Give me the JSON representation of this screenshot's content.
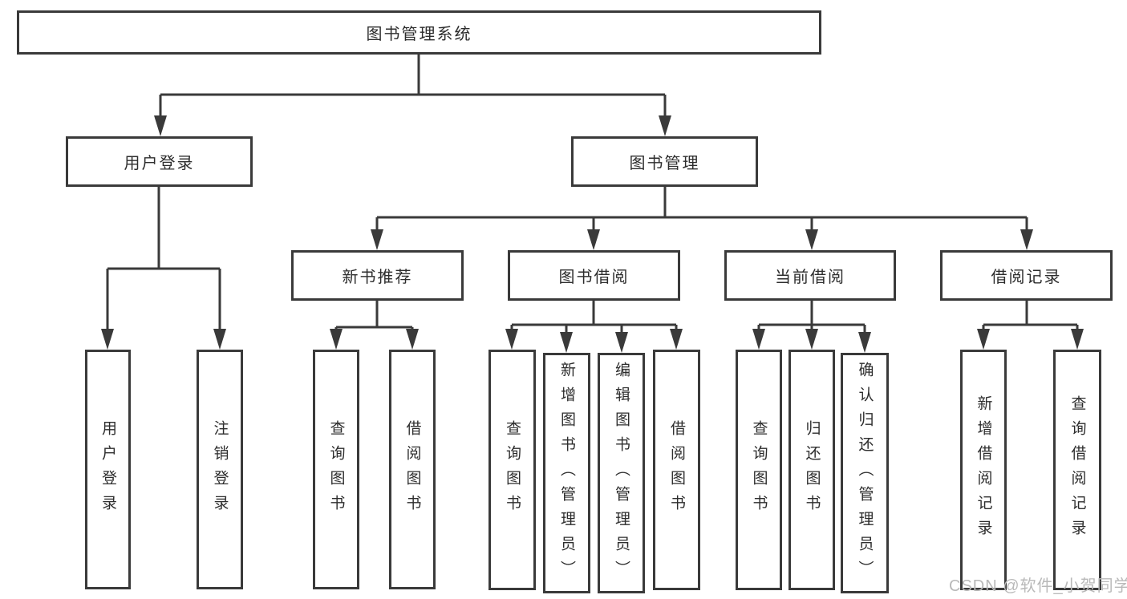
{
  "diagram": {
    "title": "图书管理系统",
    "nodes": [
      {
        "id": "root",
        "label": "图书管理系统"
      },
      {
        "id": "user-login",
        "label": "用户登录"
      },
      {
        "id": "book-mgmt",
        "label": "图书管理"
      },
      {
        "id": "new-book-rec",
        "label": "新书推荐"
      },
      {
        "id": "book-borrow",
        "label": "图书借阅"
      },
      {
        "id": "current-borrow",
        "label": "当前借阅"
      },
      {
        "id": "borrow-records",
        "label": "借阅记录"
      },
      {
        "id": "ul-login",
        "label": "用户登录"
      },
      {
        "id": "ul-logout",
        "label": "注销登录"
      },
      {
        "id": "nbr-query-book",
        "label": "查询图书"
      },
      {
        "id": "nbr-borrow-book",
        "label": "借阅图书"
      },
      {
        "id": "bb-query-book",
        "label": "查询图书"
      },
      {
        "id": "bb-add-book-admin",
        "label": "新增图书（管理员）"
      },
      {
        "id": "bb-edit-book-admin",
        "label": "编辑图书（管理员）"
      },
      {
        "id": "bb-borrow-book",
        "label": "借阅图书"
      },
      {
        "id": "cb-query-book",
        "label": "查询图书"
      },
      {
        "id": "cb-return-book",
        "label": "归还图书"
      },
      {
        "id": "cb-confirm-return-admin",
        "label": "确认归还（管理员）"
      },
      {
        "id": "br-add-record",
        "label": "新增借阅记录"
      },
      {
        "id": "br-query-record",
        "label": "查询借阅记录"
      }
    ],
    "edges": [
      [
        "root",
        "user-login"
      ],
      [
        "root",
        "book-mgmt"
      ],
      [
        "user-login",
        "ul-login"
      ],
      [
        "user-login",
        "ul-logout"
      ],
      [
        "book-mgmt",
        "new-book-rec"
      ],
      [
        "book-mgmt",
        "book-borrow"
      ],
      [
        "book-mgmt",
        "current-borrow"
      ],
      [
        "book-mgmt",
        "borrow-records"
      ],
      [
        "new-book-rec",
        "nbr-query-book"
      ],
      [
        "new-book-rec",
        "nbr-borrow-book"
      ],
      [
        "book-borrow",
        "bb-query-book"
      ],
      [
        "book-borrow",
        "bb-add-book-admin"
      ],
      [
        "book-borrow",
        "bb-edit-book-admin"
      ],
      [
        "book-borrow",
        "bb-borrow-book"
      ],
      [
        "current-borrow",
        "cb-query-book"
      ],
      [
        "current-borrow",
        "cb-return-book"
      ],
      [
        "current-borrow",
        "cb-confirm-return-admin"
      ],
      [
        "borrow-records",
        "br-add-record"
      ],
      [
        "borrow-records",
        "br-query-record"
      ]
    ]
  },
  "watermark": {
    "text": "CSDN @软件_小贺同学"
  },
  "colors": {
    "line": "#3a3a3a",
    "text": "#2d2d2d",
    "watermark": "#b9b9b9",
    "background": "#ffffff"
  }
}
